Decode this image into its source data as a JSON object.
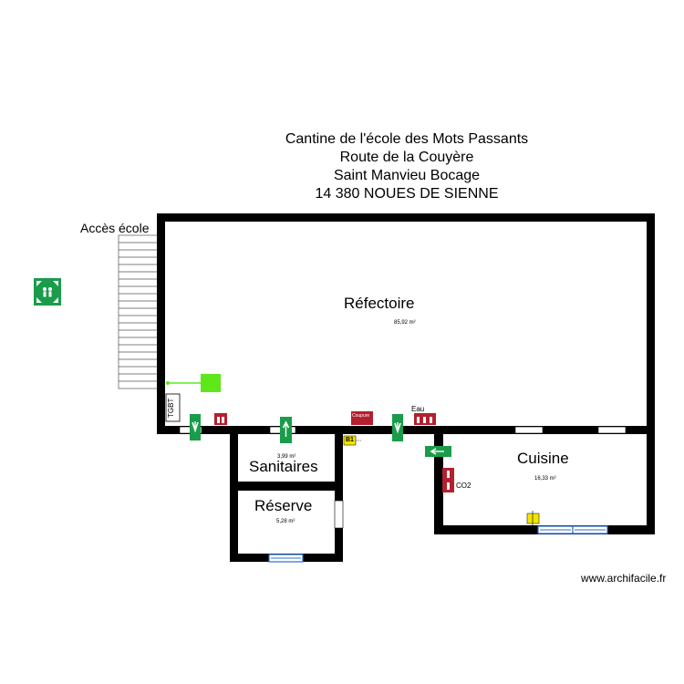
{
  "title": {
    "line1": "Cantine de l'école des Mots Passants",
    "line2": "Route de la Couyère",
    "line3": "Saint Manvieu Bocage",
    "line4": "14 380 NOUES DE SIENNE"
  },
  "rooms": {
    "refectoire": {
      "name": "Réfectoire",
      "area": "85,92 m²"
    },
    "sanitaires": {
      "name": "Sanitaires",
      "area": "3,99 m²"
    },
    "reserve": {
      "name": "Réserve",
      "area": "5,28 m²"
    },
    "cuisine": {
      "name": "Cuisine",
      "area": "16,33 m²"
    }
  },
  "labels": {
    "acces_ecole": "Accès école",
    "tgbt": "TGBT",
    "eau": "Eau",
    "co2": "CO2",
    "b1": "B1",
    "coupure": "Coupure"
  },
  "footer": "www.archifacile.fr",
  "colors": {
    "wall": "#000000",
    "emergency_green": "#1a9c4a",
    "fire_red": "#b3202f",
    "lime": "#5ee81a",
    "window_blue": "#2e6fd1",
    "yellow": "#f2e600"
  },
  "icons": {
    "assembly_point": "assembly-point-icon",
    "emergency_exit": "emergency-exit-icon",
    "fire_extinguisher": "fire-extinguisher-icon"
  }
}
